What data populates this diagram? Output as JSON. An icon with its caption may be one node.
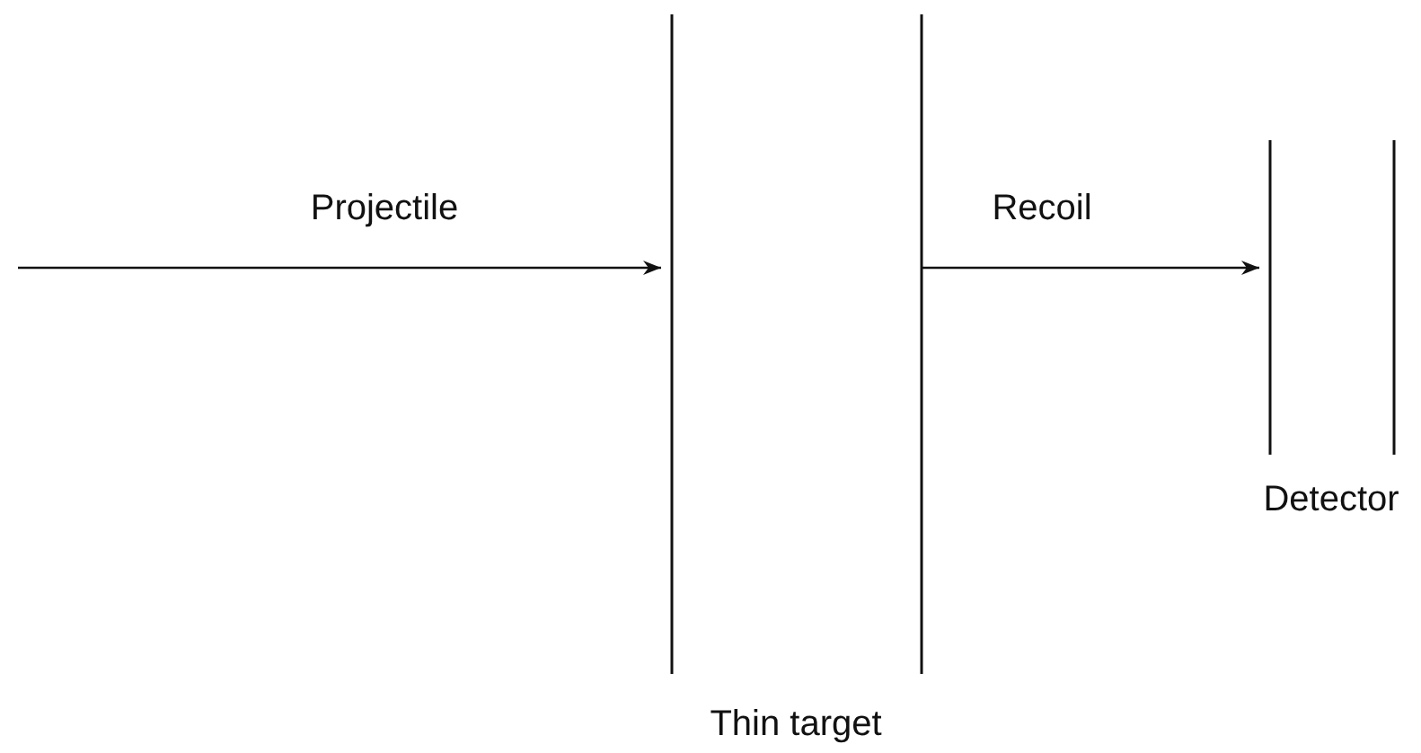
{
  "diagram": {
    "nodes": [
      {
        "text": [
          "Thin target"
        ]
      },
      {
        "text": [
          "Detector"
        ]
      }
    ],
    "edges": [
      {
        "from": null,
        "to": 0,
        "arrow": "to",
        "label": "Projectile"
      },
      {
        "from": 0,
        "to": 1,
        "arrow": "to",
        "label": "Recoil"
      }
    ]
  }
}
